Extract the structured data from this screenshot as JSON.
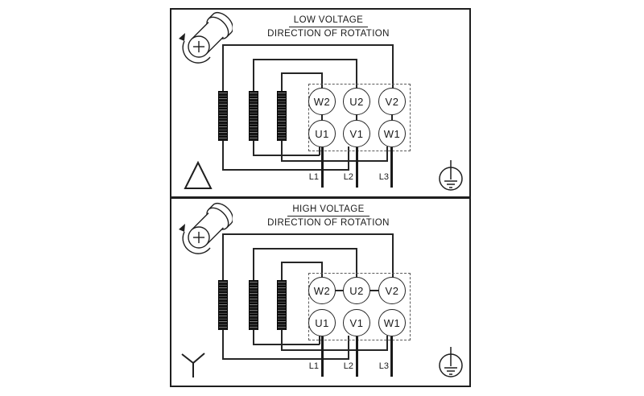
{
  "colors": {
    "ink": "#1f1f1f",
    "wire": "#262626",
    "dashed_terminal_box": "#5a5a5a",
    "background": "#ffffff"
  },
  "panels": [
    {
      "title": "LOW VOLTAGE",
      "subtitle": "DIRECTION OF ROTATION",
      "connection_symbol": "delta",
      "rotation_icon": "shaft-rotation-arrow-icon",
      "ground_icon": "protective-earth-icon",
      "terminals": {
        "top_row": [
          "W2",
          "U2",
          "V2"
        ],
        "bottom_row": [
          "U1",
          "V1",
          "W1"
        ]
      },
      "supply_lines": [
        "L1",
        "L2",
        "L3"
      ]
    },
    {
      "title": "HIGH VOLTAGE",
      "subtitle": "DIRECTION OF ROTATION",
      "connection_symbol": "wye",
      "rotation_icon": "shaft-rotation-arrow-icon",
      "ground_icon": "protective-earth-icon",
      "terminals": {
        "top_row": [
          "W2",
          "U2",
          "V2"
        ],
        "bottom_row": [
          "U1",
          "V1",
          "W1"
        ]
      },
      "supply_lines": [
        "L1",
        "L2",
        "L3"
      ]
    }
  ]
}
